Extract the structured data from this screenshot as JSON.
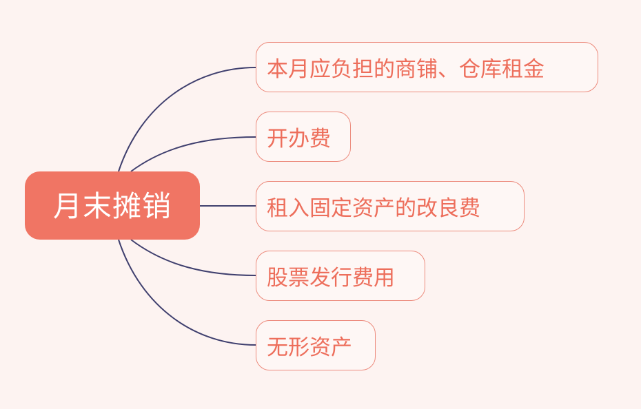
{
  "mindmap": {
    "root_label": "月末摊销",
    "branches": [
      {
        "label": "本月应负担的商铺、仓库租金"
      },
      {
        "label": "开办费"
      },
      {
        "label": "租入固定资产的改良费"
      },
      {
        "label": "股票发行费用"
      },
      {
        "label": "无形资产"
      }
    ]
  },
  "colors": {
    "background": "#fdf3f1",
    "root_fill": "#f07564",
    "root_text": "#ffffff",
    "child_border": "#ec8a7c",
    "child_text": "#ed6e5b",
    "connector": "#3f3f6e"
  }
}
